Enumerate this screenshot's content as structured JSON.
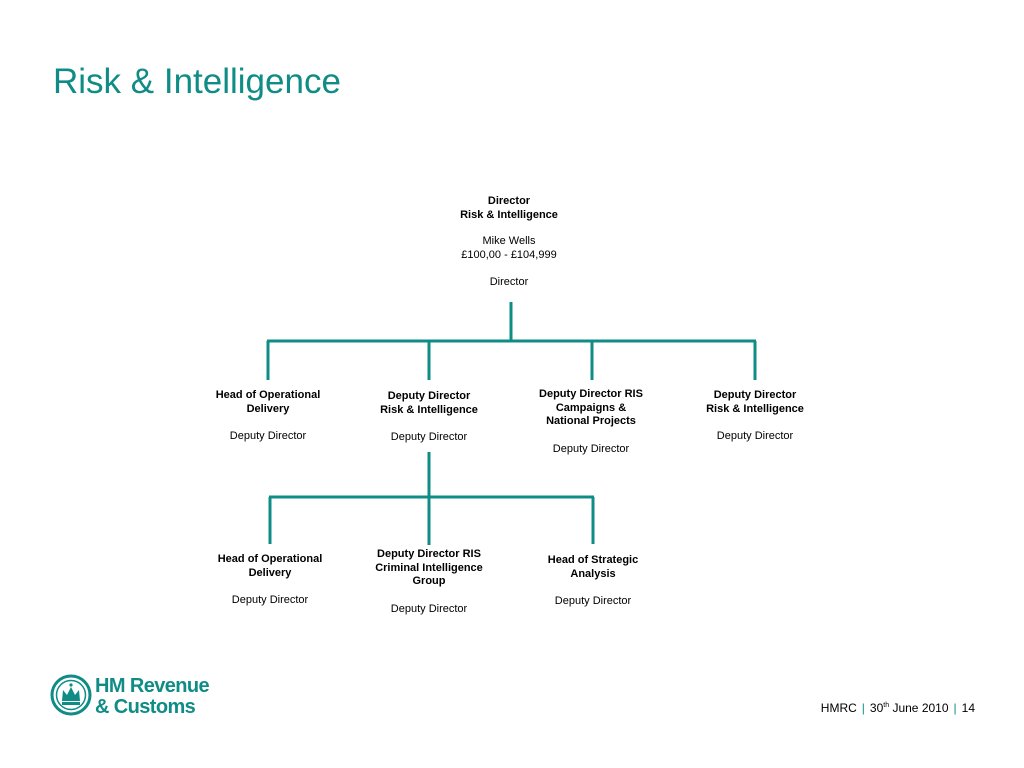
{
  "title": "Risk & Intelligence",
  "director": {
    "role": "Director\nRisk & Intelligence",
    "name": "Mike Wells",
    "salary": "£100,00 - £104,999",
    "grade": "Director"
  },
  "level2": [
    {
      "role": "Head of Operational\nDelivery",
      "grade": "Deputy Director"
    },
    {
      "role": "Deputy Director\nRisk & Intelligence",
      "grade": "Deputy Director"
    },
    {
      "role": "Deputy Director RIS\nCampaigns &\nNational Projects",
      "grade": "Deputy Director"
    },
    {
      "role": "Deputy Director\nRisk & Intelligence",
      "grade": "Deputy Director"
    }
  ],
  "level3": [
    {
      "role": "Head of Operational\nDelivery",
      "grade": "Deputy Director"
    },
    {
      "role": "Deputy Director RIS\nCriminal Intelligence\nGroup",
      "grade": "Deputy Director"
    },
    {
      "role": "Head of Strategic\nAnalysis",
      "grade": "Deputy Director"
    }
  ],
  "logo": {
    "line1": "HM Revenue",
    "line2": "& Customs"
  },
  "footer": {
    "org": "HMRC",
    "date_day": "30",
    "date_sup": "th",
    "date_rest": " June 2010",
    "page": "14"
  },
  "colors": {
    "accent": "#0f8c86",
    "text": "#000000"
  }
}
